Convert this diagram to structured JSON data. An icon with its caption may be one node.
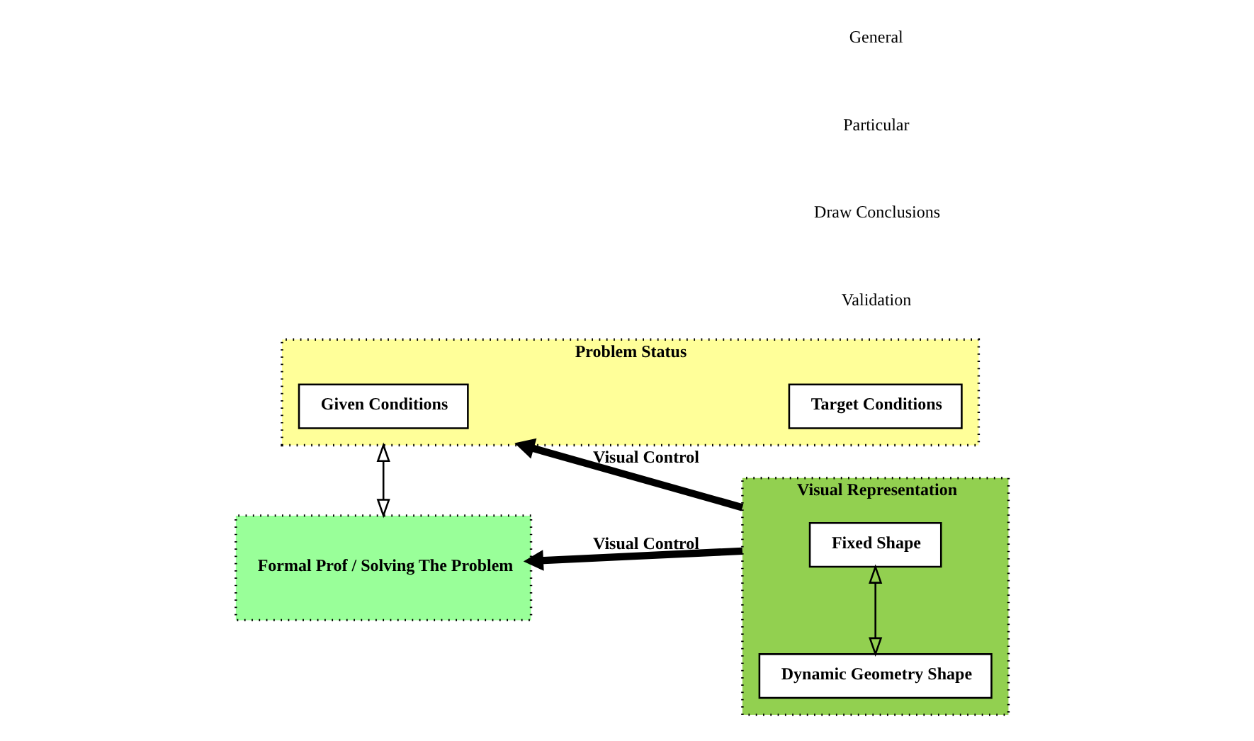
{
  "diagram": {
    "nodes": [
      {
        "text": [
          "Problem Status"
        ]
      },
      {
        "text": [
          "Given Conditions"
        ],
        "in": 0
      },
      {
        "text": [
          "Target Conditions"
        ],
        "in": 0
      },
      {
        "text": [
          "Visual Representation"
        ]
      },
      {
        "text": [
          "Fixed Shape"
        ],
        "in": 3
      },
      {
        "text": [
          "Dynamic Geometry Shape"
        ],
        "in": 3
      },
      {
        "text": [
          "Formal Prof / Solving The Problem"
        ]
      }
    ],
    "edges": [
      {
        "from": 3,
        "to": 0,
        "arrow": "to",
        "label": "Visual Control",
        "style": "thick"
      },
      {
        "from": 0,
        "to": 6,
        "arrow": "both"
      },
      {
        "from": 4,
        "to": 5,
        "arrow": "both"
      },
      {
        "from": 3,
        "to": 6,
        "arrow": "to",
        "label": "Visual Control",
        "style": "thick"
      }
    ],
    "labels": [
      "Validation",
      "Draw Conclusions",
      "Particular",
      "General"
    ]
  }
}
